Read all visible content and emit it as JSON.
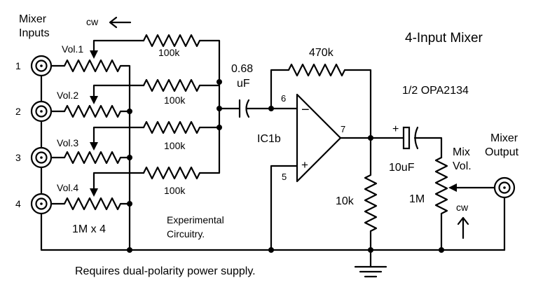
{
  "title": "4-Input Mixer",
  "mixer_inputs_label": [
    "Mixer",
    "Inputs"
  ],
  "cw_top": "cw",
  "inputs": [
    "1",
    "2",
    "3",
    "4"
  ],
  "volume_labels": [
    "Vol.1",
    "Vol.2",
    "Vol.3",
    "Vol.4"
  ],
  "input_resistors": [
    "100k",
    "100k",
    "100k",
    "100k"
  ],
  "pot_spec": "1M x 4",
  "note": [
    "Experimental",
    "Circuitry."
  ],
  "capacitor_in": [
    "0.68",
    "uF"
  ],
  "feedback_resistor": "470k",
  "opamp_part": "1/2 OPA2134",
  "opamp_ref": "IC1b",
  "pins": {
    "inv": "6",
    "out": "7",
    "noninv": "5"
  },
  "opamp_signs": {
    "minus": "−",
    "plus": "+"
  },
  "output_cap": {
    "value": "10uF",
    "plus": "+"
  },
  "load_resistor": "10k",
  "mix_pot": {
    "label": [
      "Mix",
      "Vol."
    ],
    "value": "1M",
    "cw": "cw"
  },
  "output_label": [
    "Mixer",
    "Output"
  ],
  "footer": "Requires dual-polarity power supply."
}
